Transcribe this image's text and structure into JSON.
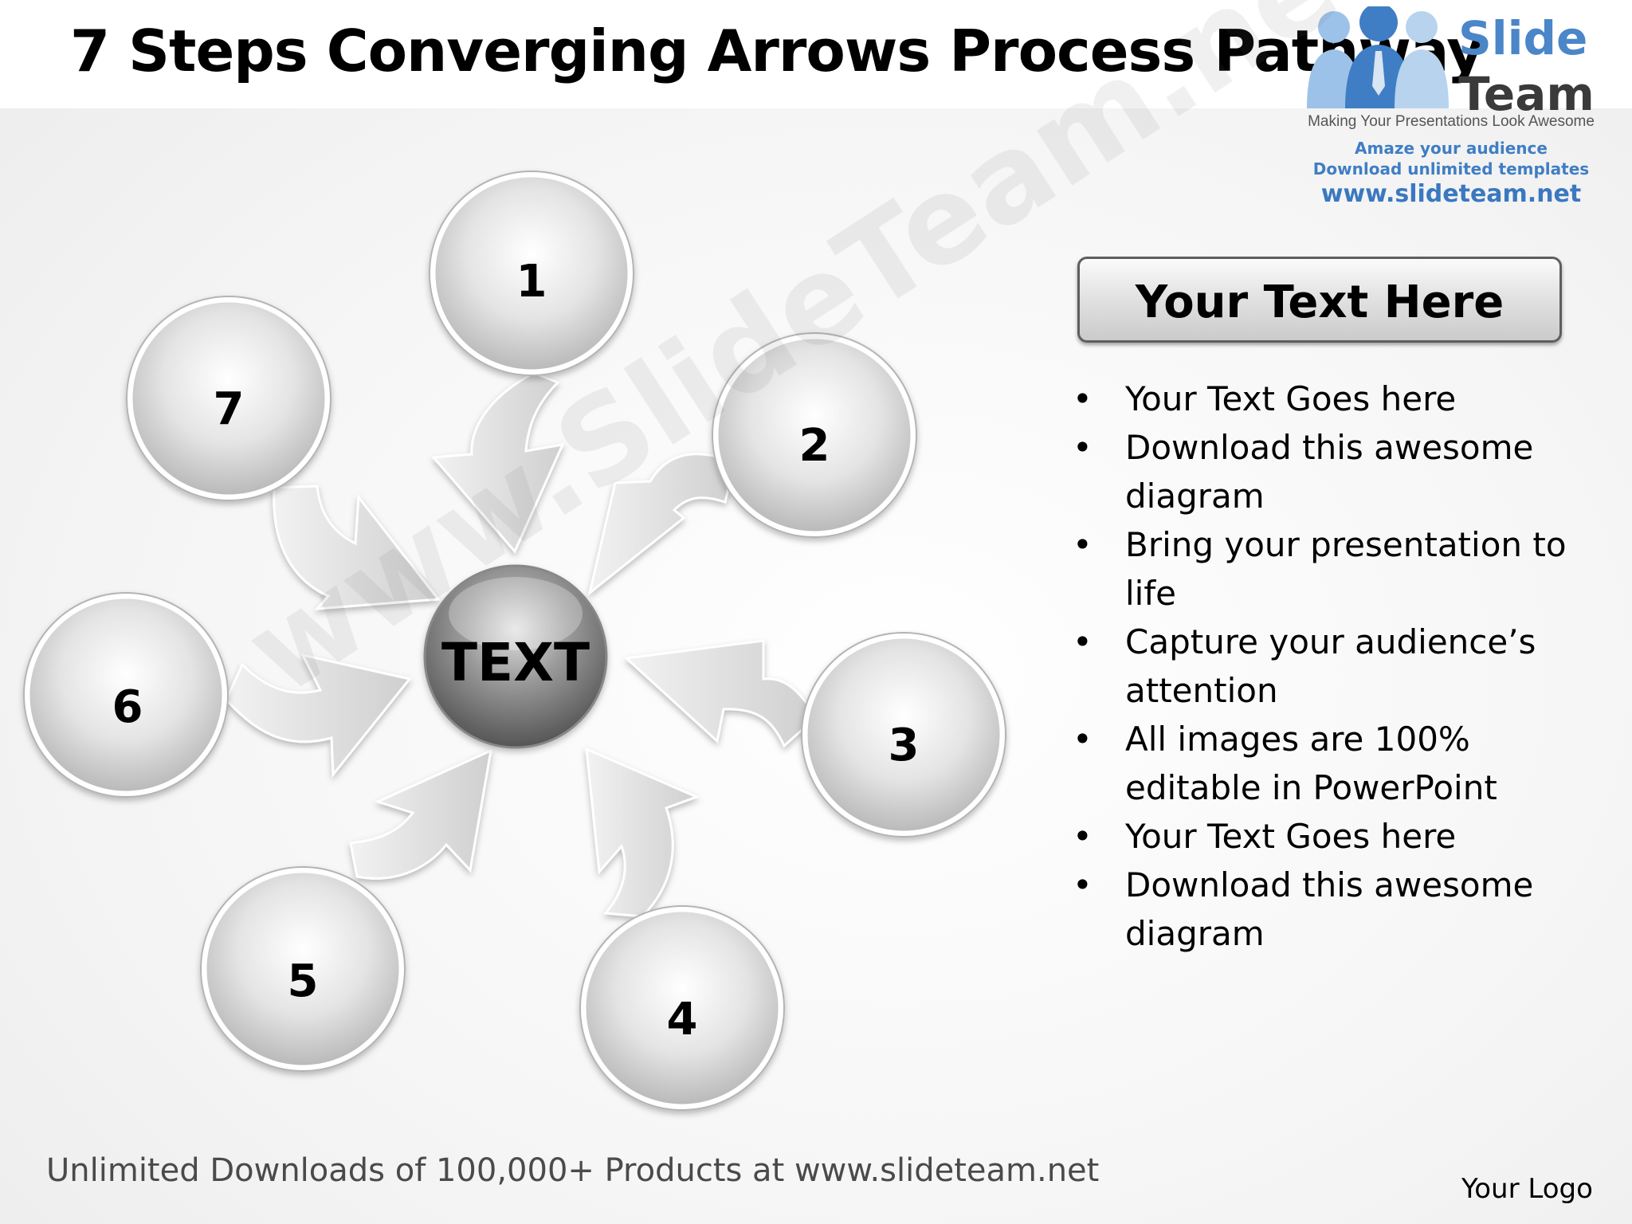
{
  "title": "7 Steps Converging Arrows Process Pathway",
  "logo": {
    "word1": "Slide",
    "word2": "Team",
    "tagline": "Making Your Presentations Look Awesome",
    "line1": "Amaze your audience",
    "line2": "Download unlimited templates",
    "url": "www.slideteam.net"
  },
  "diagram": {
    "center_label": "TEXT",
    "steps": [
      "1",
      "2",
      "3",
      "4",
      "5",
      "6",
      "7"
    ]
  },
  "panel": {
    "header": "Your Text Here",
    "bullets": [
      "Your Text Goes here",
      "Download this awesome diagram",
      "Bring your presentation to life",
      "Capture your audience’s attention",
      "All images are 100% editable in PowerPoint",
      "Your Text Goes here",
      "Download this awesome diagram"
    ]
  },
  "watermark": "www.SlideTeam.net",
  "footer": "Unlimited Downloads of 100,000+ Products at www.slideteam.net",
  "your_logo": "Your Logo"
}
